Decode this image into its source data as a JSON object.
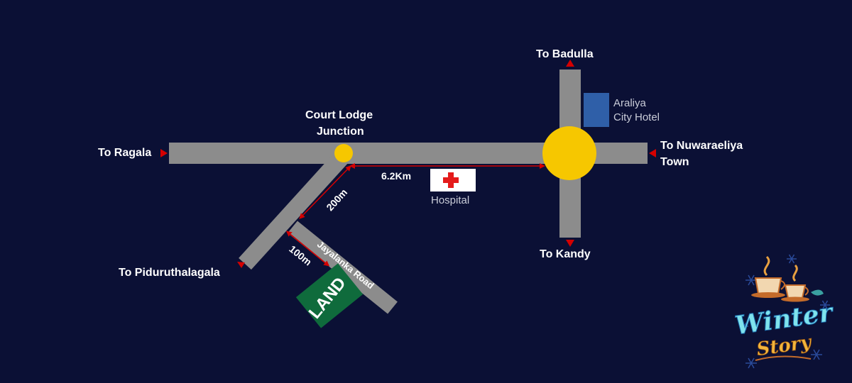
{
  "labels": {
    "to_ragala": "To Ragala",
    "to_badulla": "To Badulla",
    "to_nuwaraeliya_line1": "To Nuwaraeliya",
    "to_nuwaraeliya_line2": "Town",
    "to_kandy": "To Kandy",
    "to_piduruthalagala": "To Piduruthalagala",
    "court_lodge_line1": "Court Lodge",
    "court_lodge_line2": "Junction",
    "hotel_line1": "Araliya",
    "hotel_line2": "City Hotel",
    "hospital": "Hospital",
    "road_name": "Jayalanka Road",
    "land": "LAND"
  },
  "distances": {
    "junction_to_roundabout": "6.2Km",
    "branch_to_junction": "200m",
    "branch_to_land": "100m"
  },
  "logo": {
    "line1": "Winter",
    "line2": "Story"
  },
  "colors": {
    "background": "#0b1035",
    "road": "#8c8c8c",
    "junction": "#f6c700",
    "arrow": "#d40000",
    "land": "#0f6b3c",
    "hotel": "#2f5fa8",
    "hospital_cross": "#e41b1b"
  }
}
